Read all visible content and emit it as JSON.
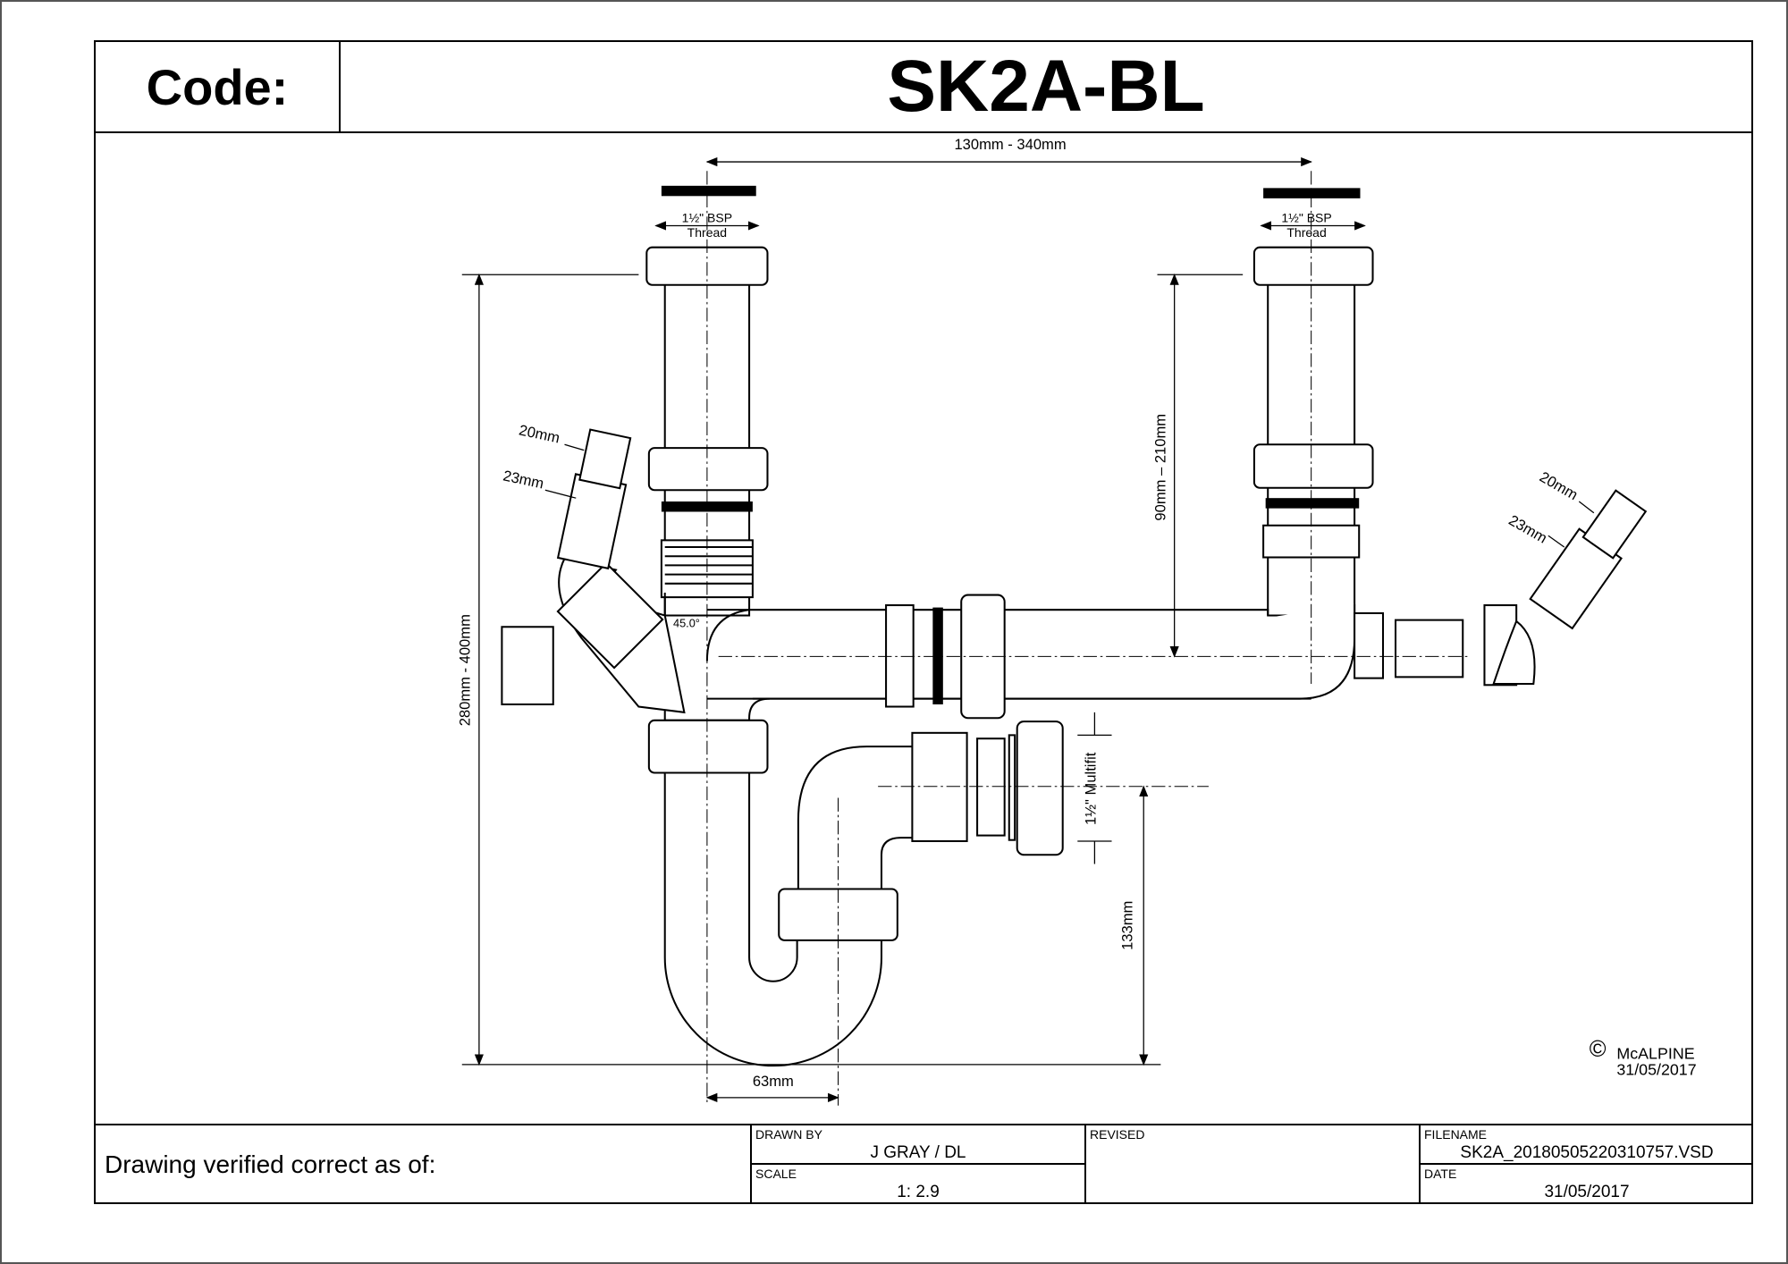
{
  "header": {
    "code_label": "Code:",
    "code_value": "SK2A-BL"
  },
  "dimensions": {
    "top_span": "130mm - 340mm",
    "thread_left": [
      "1½\" BSP",
      "Thread"
    ],
    "thread_right": [
      "1½\" BSP",
      "Thread"
    ],
    "overall_height": "280mm - 400mm",
    "inlet_height": "90mm – 210mm",
    "outlet_height": "133mm",
    "multifit": "1½\" Multifit",
    "trap_offset": "63mm",
    "hose_left_small": "20mm",
    "hose_left_large": "23mm",
    "hose_right_small": "20mm",
    "hose_right_large": "23mm",
    "angle": "45.0°"
  },
  "copyright": {
    "symbol": "©",
    "company": "McALPINE",
    "date": "31/05/2017"
  },
  "title_block": {
    "verified_label": "Drawing verified correct as of:",
    "drawn_by_label": "DRAWN BY",
    "drawn_by": "J GRAY / DL",
    "scale_label": "SCALE",
    "scale": "1: 2.9",
    "revised_label": "REVISED",
    "filename_label": "FILENAME",
    "filename": "SK2A_20180505220310757.VSD",
    "date_label": "DATE",
    "date": "31/05/2017"
  }
}
